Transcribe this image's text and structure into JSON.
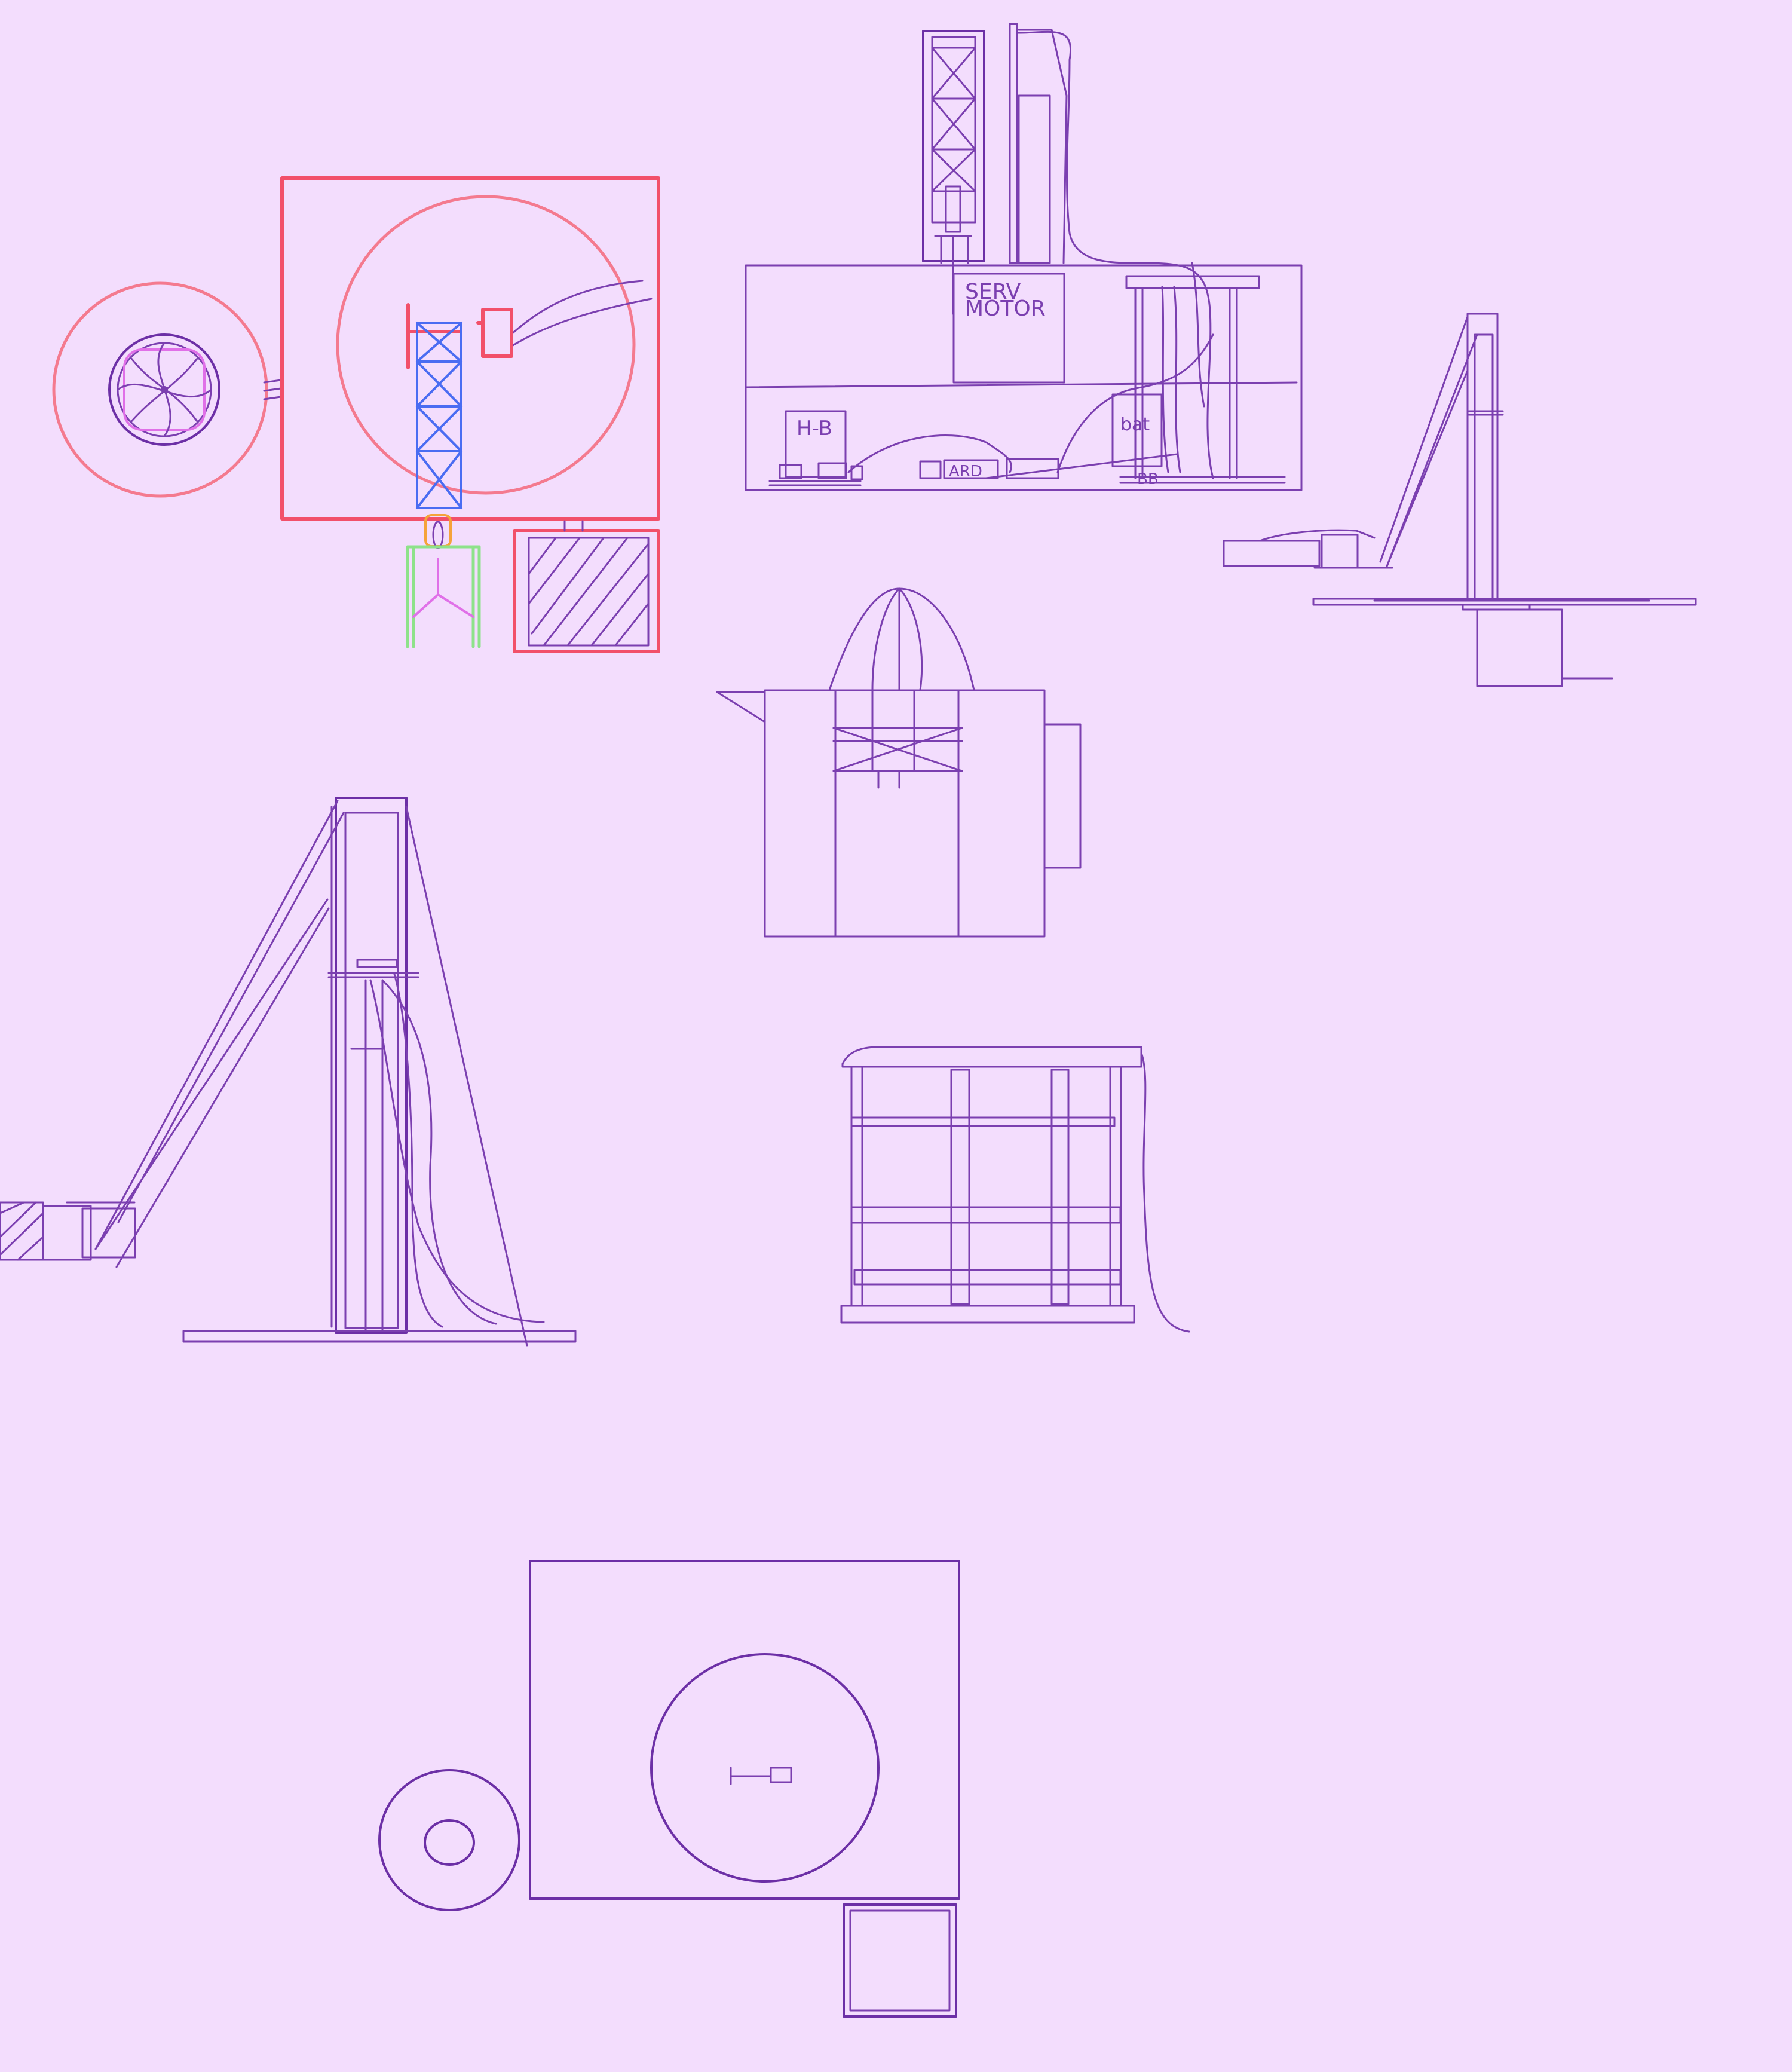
{
  "canvas": {
    "background": "#f3ddfd",
    "ink_colors": {
      "purple": "#7b3fb0",
      "red": "#f2506a",
      "pink": "#f47a8f",
      "blue": "#4a6cf2",
      "green": "#8ee28a",
      "orange": "#f5a33a",
      "magenta": "#e070e8"
    }
  },
  "labels": {
    "serv": "SERV",
    "motor": "MOTOR",
    "hb": "H-B",
    "bat": "bat",
    "ard": "ARD",
    "bb": "BB"
  }
}
